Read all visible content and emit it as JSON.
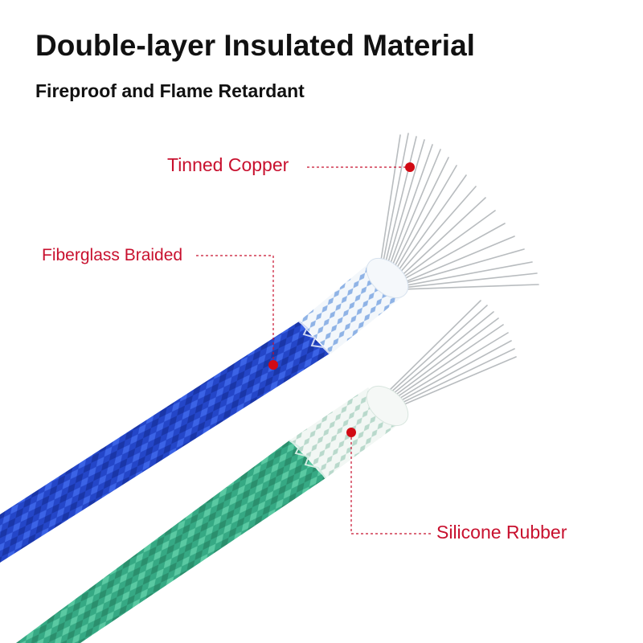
{
  "header": {
    "title": "Double-layer Insulated Material",
    "subtitle": "Fireproof and Flame Retardant"
  },
  "callouts": {
    "tinned_copper": "Tinned Copper",
    "fiberglass_braided": "Fiberglass Braided",
    "silicone_rubber": "Silicone Rubber"
  },
  "colors": {
    "label_red": "#c8102e",
    "marker_red": "#d10a14",
    "blue_braid": "#1f45c9",
    "green_braid": "#3fb58d",
    "inner_braid": "#eef3f6",
    "wire_silver": "#bfc3c6"
  }
}
